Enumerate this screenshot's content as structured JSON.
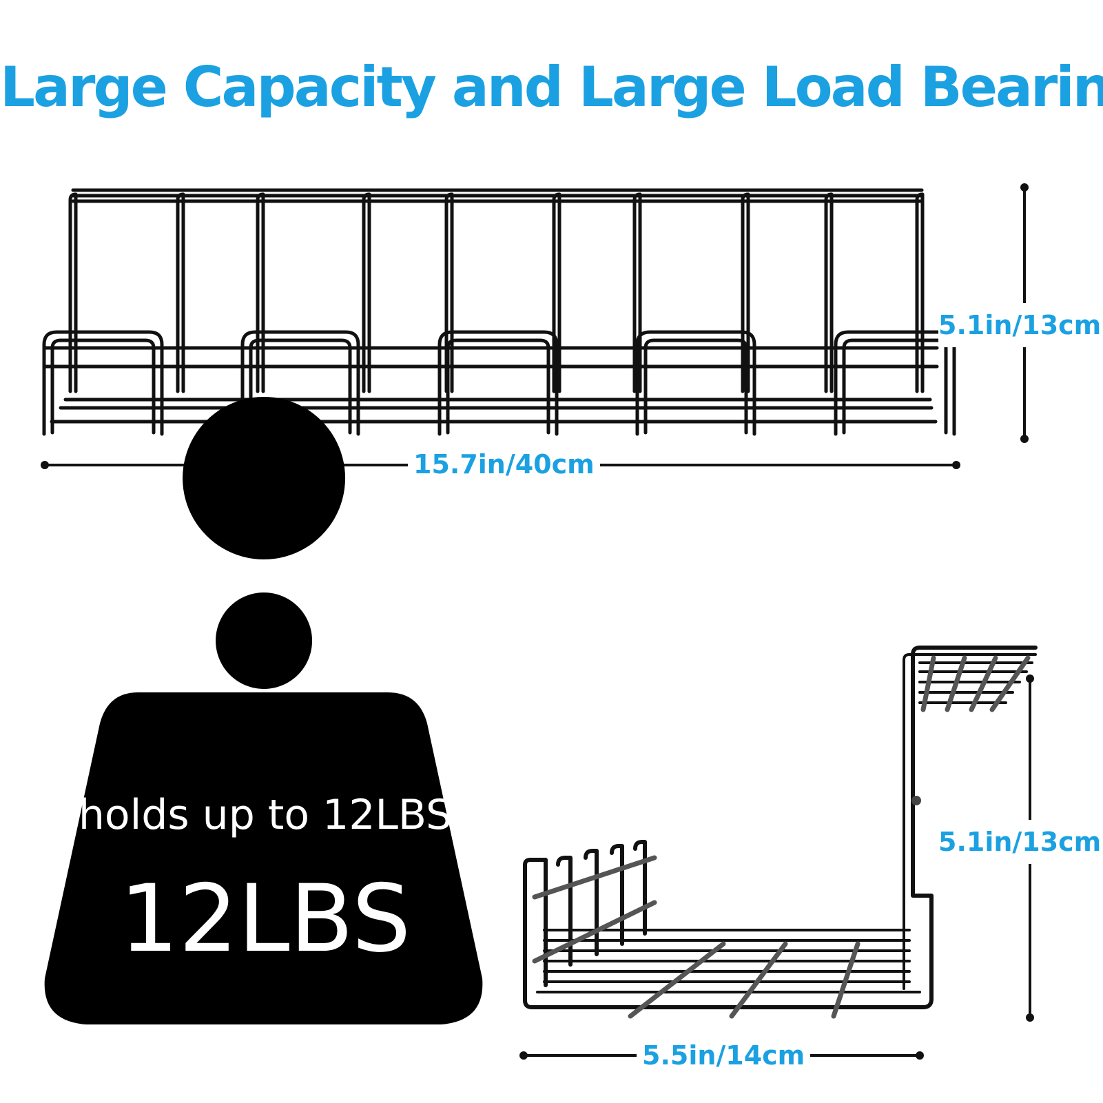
{
  "title": "Large Capacity and Large Load Bearing",
  "accent_color": "#1ba1e2",
  "top_product": {
    "width_label": "15.7in/40cm",
    "height_label": "5.1in/13cm"
  },
  "weight_badge": {
    "icon": "weight-icon",
    "caption": "holds up to 12LBS",
    "value": "12LBS"
  },
  "side_product": {
    "width_label": "5.5in/14cm",
    "height_label": "5.1in/13cm"
  }
}
